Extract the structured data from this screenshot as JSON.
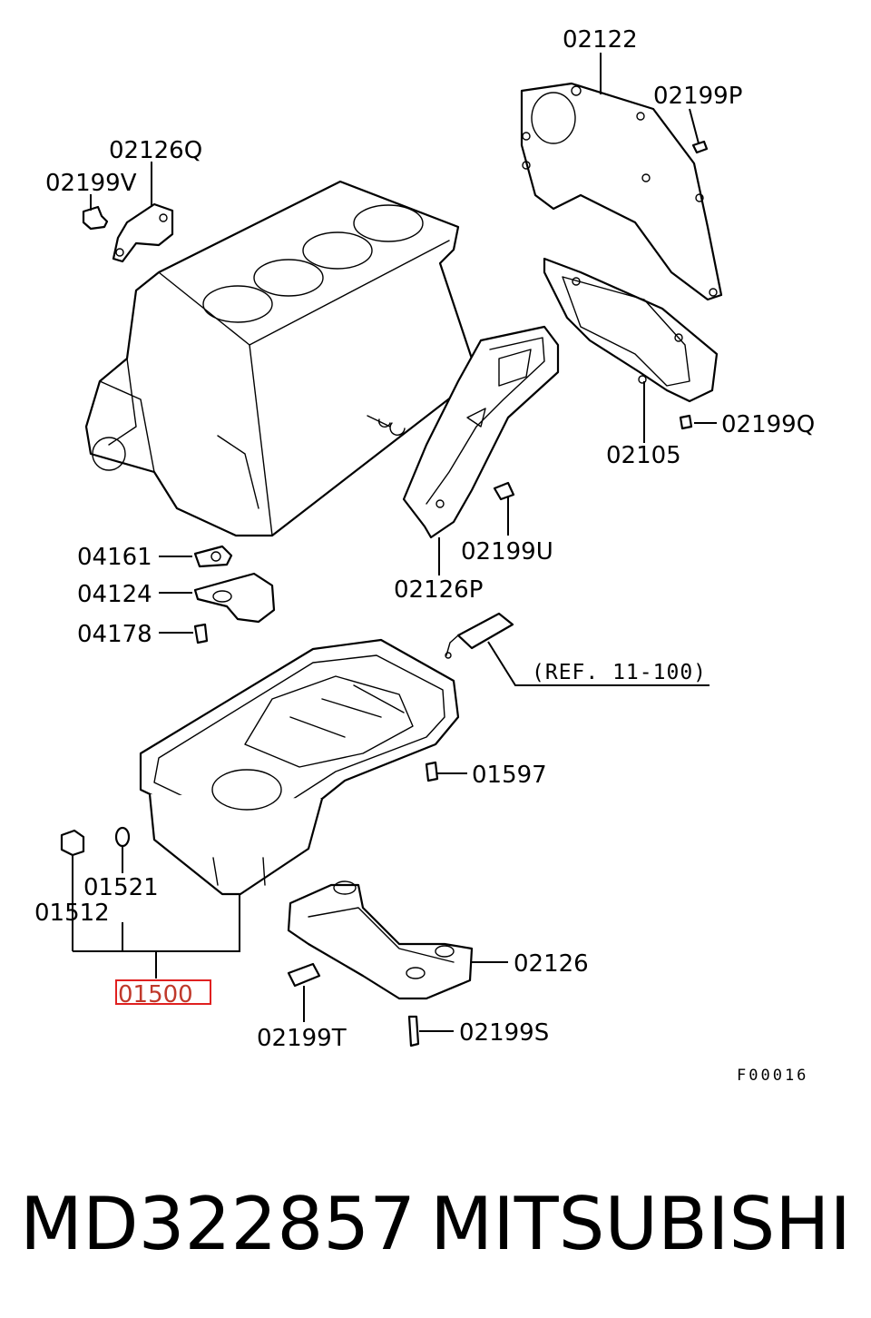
{
  "diagram": {
    "callouts": {
      "p02122": "02122",
      "p02199P": "02199P",
      "p02126Q": "02126Q",
      "p02199V": "02199V",
      "p02199Q": "02199Q",
      "p02105": "02105",
      "p02199U": "02199U",
      "p04161": "04161",
      "p04124": "04124",
      "p04178": "04178",
      "p02126P": "02126P",
      "p01597": "01597",
      "p01521": "01521",
      "p01512": "01512",
      "p01500": "01500",
      "p02126": "02126",
      "p02199T": "02199T",
      "p02199S": "02199S"
    },
    "reference": "(REF. 11-100)",
    "figure_code": "F00016",
    "highlight_color": "#e02020"
  },
  "footer": {
    "part_number": "MD322857",
    "brand": "MITSUBISHI"
  }
}
